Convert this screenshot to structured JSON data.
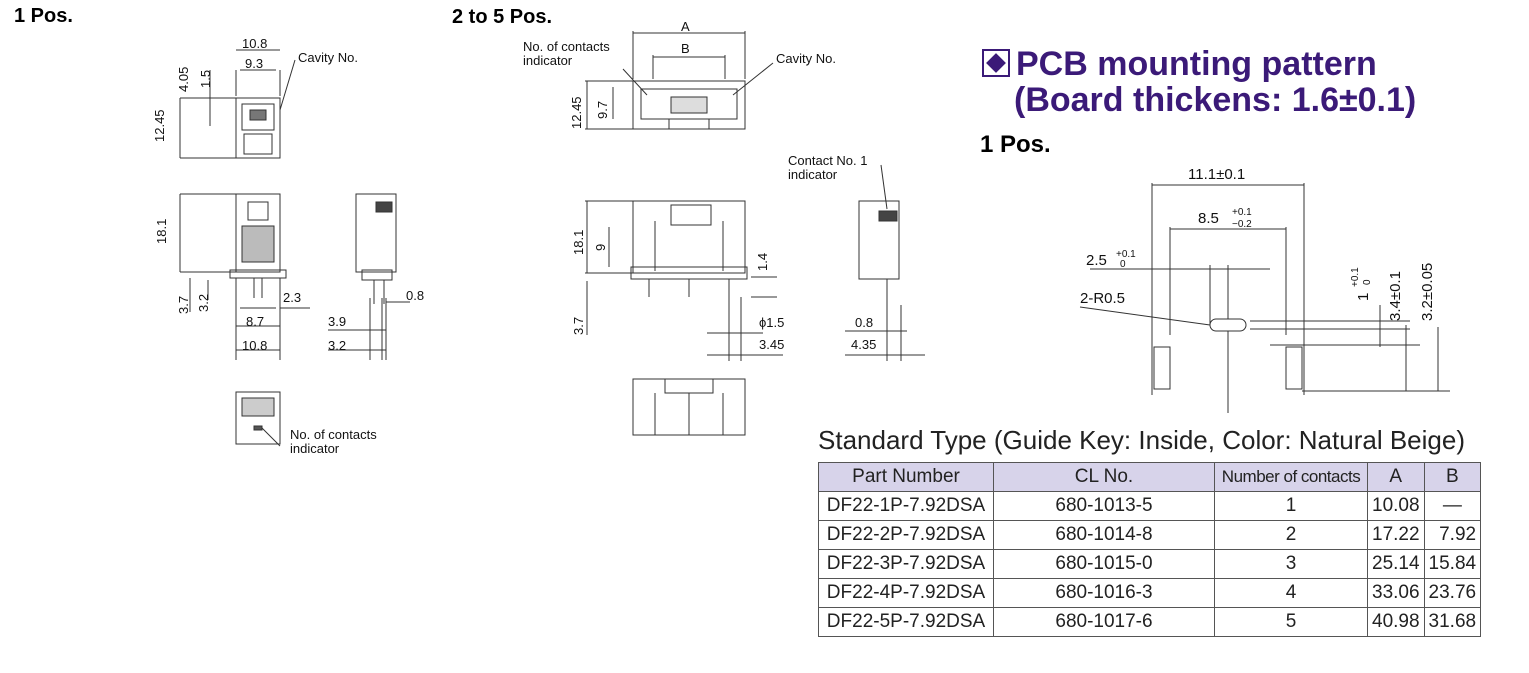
{
  "headers": {
    "one_pos": "1 Pos.",
    "two_to_five_pos": "2 to 5 Pos.",
    "pcb_one_pos": "1 Pos."
  },
  "pcb_title": {
    "line1": "PCB mounting pattern",
    "line2": "(Board thickens: 1.6±0.1)"
  },
  "drawing1": {
    "dims": [
      "10.8",
      "9.3",
      "4.05",
      "1.5",
      "12.45",
      "18.1",
      "3.7",
      "3.2",
      "8.7",
      "10.8",
      "2.3",
      "3.9",
      "3.2",
      "0.8"
    ],
    "labels": {
      "cavity": "Cavity No.",
      "contacts_line1": "No. of contacts",
      "contacts_line2": "indicator"
    }
  },
  "drawing2": {
    "dims": [
      "A",
      "B",
      "12.45",
      "9.7",
      "18.1",
      "9",
      "3.7",
      "1.4",
      "ϕ1.5",
      "3.45",
      "0.8",
      "4.35"
    ],
    "labels": {
      "contacts_line1": "No. of contacts",
      "contacts_line2": "indicator",
      "cavity": "Cavity No.",
      "contact_no1_line1": "Contact No. 1",
      "contact_no1_line2": "indicator"
    }
  },
  "pcb_pattern": {
    "dims": [
      "11.1±0.1",
      "8.5",
      "+0.1",
      "−0.2",
      "2.5",
      "+0.1",
      "0",
      "2-R0.5",
      "1",
      "+0.1",
      "0",
      "3.4±0.1",
      "3.2±0.05"
    ]
  },
  "table": {
    "caption": "Standard Type (Guide Key: Inside, Color: Natural Beige)",
    "headers": [
      "Part Number",
      "CL No.",
      "Number of contacts",
      "A",
      "B"
    ],
    "rows": [
      [
        "DF22-1P-7.92DSA",
        "680-1013-5",
        "1",
        "10.08",
        "—"
      ],
      [
        "DF22-2P-7.92DSA",
        "680-1014-8",
        "2",
        "17.22",
        "7.92"
      ],
      [
        "DF22-3P-7.92DSA",
        "680-1015-0",
        "3",
        "25.14",
        "15.84"
      ],
      [
        "DF22-4P-7.92DSA",
        "680-1016-3",
        "4",
        "33.06",
        "23.76"
      ],
      [
        "DF22-5P-7.92DSA",
        "680-1017-6",
        "5",
        "40.98",
        "31.68"
      ]
    ]
  }
}
